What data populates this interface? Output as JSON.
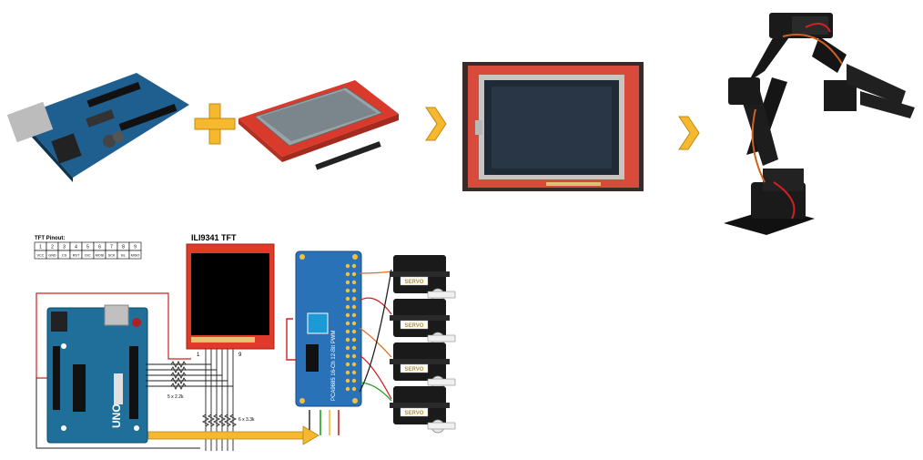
{
  "top_row": {
    "arduino_photo": {
      "icon": "arduino-uno-photo"
    },
    "plus": {
      "icon": "plus-icon",
      "color": "#F5B82E"
    },
    "tft_shield_photo": {
      "icon": "tft-shield-photo"
    },
    "arrow1": {
      "icon": "arrow-right-icon",
      "color": "#F5B82E"
    },
    "tft_screen_photo": {
      "icon": "tft-screen-photo"
    },
    "arrow2": {
      "icon": "arrow-right-icon",
      "color": "#F5B82E"
    },
    "robot_arm_photo": {
      "icon": "robot-arm-photo"
    }
  },
  "pinout": {
    "title": "TFT Pinout:",
    "numbers": [
      "1",
      "2",
      "3",
      "4",
      "5",
      "6",
      "7",
      "8",
      "9"
    ],
    "names": [
      "VCC",
      "GND",
      "CS",
      "RST",
      "D/C",
      "MOSI",
      "SCK",
      "BL",
      "MISO"
    ]
  },
  "schematic": {
    "tft_title": "ILI9341 TFT",
    "pin1": "1",
    "pin9": "9",
    "res1": "5 x 2.2k",
    "res2": "6 x 3.3k",
    "servo_label": "SERVO",
    "pca_text": "PCA9685 16-Ch 12-Bit PWM",
    "uno_text": "UNO",
    "wire_colors": {
      "power": "#F5B82E",
      "red": "#D02020",
      "green": "#20A020",
      "orange": "#E07020"
    }
  }
}
